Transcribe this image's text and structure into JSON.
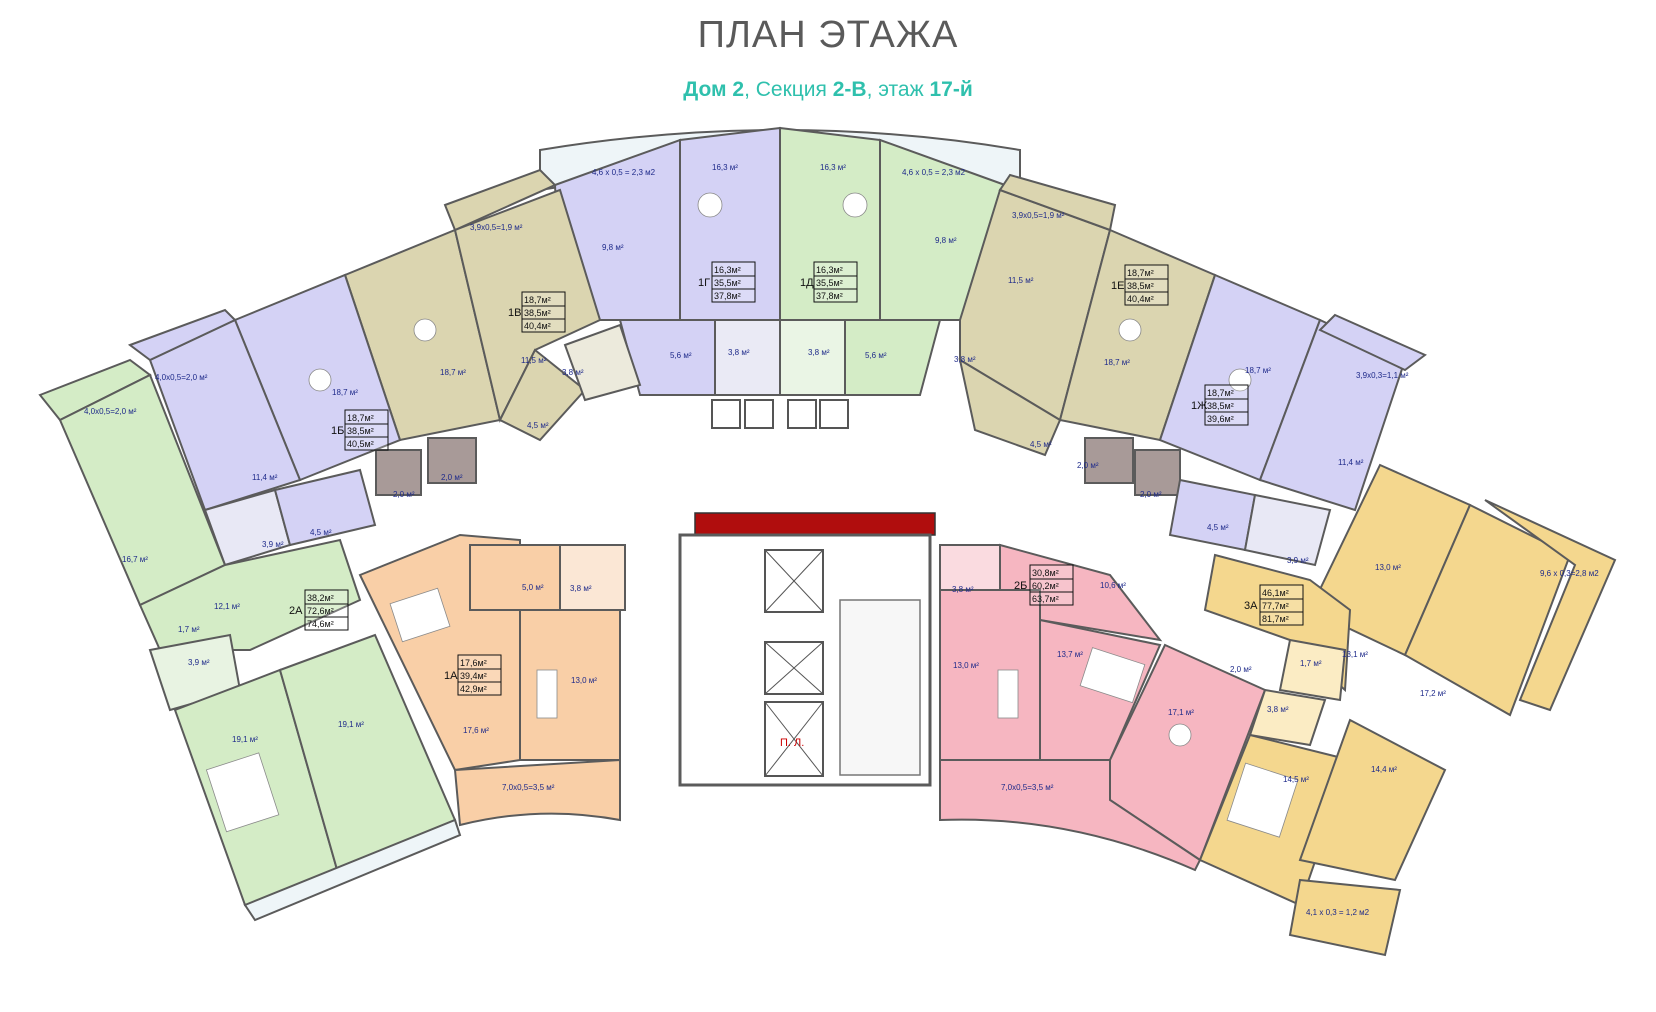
{
  "header": {
    "title": "ПЛАН ЭТАЖА",
    "subtitle": {
      "house_label": "Дом 2",
      "sep1": ", Секция ",
      "section": "2-В",
      "sep2": ", этаж ",
      "floor": "17-й"
    }
  },
  "colors": {
    "violet": "#d4d2f5",
    "olive": "#dbd5b0",
    "green": "#d4ecc6",
    "peach": "#f9cfa7",
    "pink": "#f6b6c1",
    "yellow": "#f4d78e",
    "gray": "#f0f0f0",
    "elevator_bar": "#b00d0d",
    "title": "#5a5a5a",
    "accent": "#2fc0ad"
  },
  "apartments": [
    {
      "code": "1Г",
      "areas": [
        "16,3м²",
        "35,5м²",
        "37,8м²"
      ]
    },
    {
      "code": "1Д",
      "areas": [
        "16,3м²",
        "35,5м²",
        "37,8м²"
      ]
    },
    {
      "code": "1В",
      "areas": [
        "18,7м²",
        "38,5м²",
        "40,4м²"
      ]
    },
    {
      "code": "1Е",
      "areas": [
        "18,7м²",
        "38,5м²",
        "40,4м²"
      ]
    },
    {
      "code": "1Б",
      "areas": [
        "18,7м²",
        "38,5м²",
        "40,5м²"
      ]
    },
    {
      "code": "1Ж",
      "areas": [
        "18,7м²",
        "38,5м²",
        "39,6м²"
      ]
    },
    {
      "code": "2А",
      "areas": [
        "38,2м²",
        "72,6м²",
        "74,6м²"
      ]
    },
    {
      "code": "1А",
      "areas": [
        "17,6м²",
        "39,4м²",
        "42,9м²"
      ]
    },
    {
      "code": "2Б",
      "areas": [
        "30,8м²",
        "60,2м²",
        "63,7м²"
      ]
    },
    {
      "code": "3А",
      "areas": [
        "46,1м²",
        "77,7м²",
        "81,7м²"
      ]
    }
  ],
  "balconies": [
    "4,6 х 0,5 = 2,3 м2",
    "4,6 х 0,5 = 2,3 м2",
    "3,9х0,5=1,9 м²",
    "3,9х0,5=1,9 м²",
    "4,0х0,5=2,0 м²",
    "4,0х0,5=2,0 м²",
    "3,9х0,3=1,1 м²",
    "9,6 х 0,3=2,8 м2",
    "7,0х0,5=3,5 м²",
    "7,0х0,5=3,5 м²",
    "4,1 х 0,3 = 1,2 м2"
  ],
  "room_areas": [
    "16,3 м²",
    "16,3 м²",
    "9,8 м²",
    "9,8 м²",
    "5,6 м²",
    "3,8 м²",
    "3,8 м²",
    "5,6 м²",
    "18,7 м²",
    "11,5 м²",
    "3,8 м²",
    "4,5 м²",
    "2,0 м²",
    "11,5 м²",
    "18,7 м²",
    "3,8 м²",
    "4,5 м²",
    "2,0 м²",
    "18,7 м²",
    "11,4 м²",
    "3,9 м²",
    "4,5 м²",
    "2,0 м²",
    "18,7 м²",
    "11,4 м²",
    "4,5 м²",
    "2,0 м²",
    "3,9 м²",
    "16,7 м²",
    "12,1 м²",
    "1,7 м²",
    "3,9 м²",
    "19,1 м²",
    "19,1 м²",
    "5,0 м²",
    "3,8 м²",
    "13,0 м²",
    "17,6 м²",
    "3,8 м²",
    "10,6 м²",
    "13,0 м²",
    "13,7 м²",
    "2,0 м²",
    "17,1 м²",
    "13,0 м²",
    "1,7 м²",
    "13,1 м²",
    "3,8 м²",
    "17,2 м²",
    "14,5 м²",
    "14,4 м²"
  ],
  "core": {
    "elevator_label": "П. Л."
  }
}
